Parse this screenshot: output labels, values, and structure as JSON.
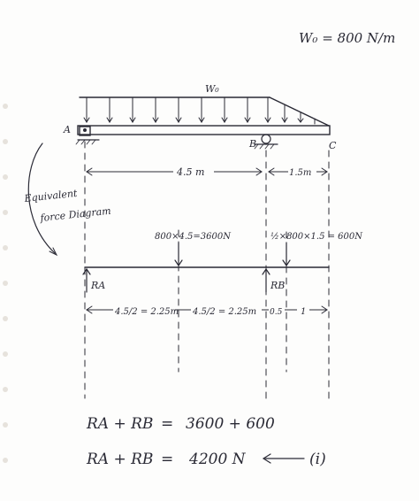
{
  "header": {
    "load_value": "W₀ = 800 N/m"
  },
  "beam": {
    "load_label": "W₀",
    "support_a": "A",
    "support_b": "B",
    "end_c": "C",
    "span_ab": "4.5 m",
    "span_bc": "1.5m"
  },
  "equivalent": {
    "title_line1": "Equivalent",
    "title_line2": "force Diagram",
    "force1": "800×4.5=3600N",
    "force2": "½×800×1.5 = 600N",
    "reaction_a": "RA",
    "reaction_b": "RB",
    "dim1": "4.5/2 = 2.25m",
    "dim2": "4.5/2 = 2.25m",
    "dim3": "0.5",
    "dim4": "1"
  },
  "equations": {
    "eq1_lhs": "RA + RB",
    "eq1_eq": "=",
    "eq1_rhs": "3600 + 600",
    "eq2_lhs": "RA + RB",
    "eq2_eq": "=",
    "eq2_rhs": "4200 N",
    "eq2_tag": "(i)"
  }
}
